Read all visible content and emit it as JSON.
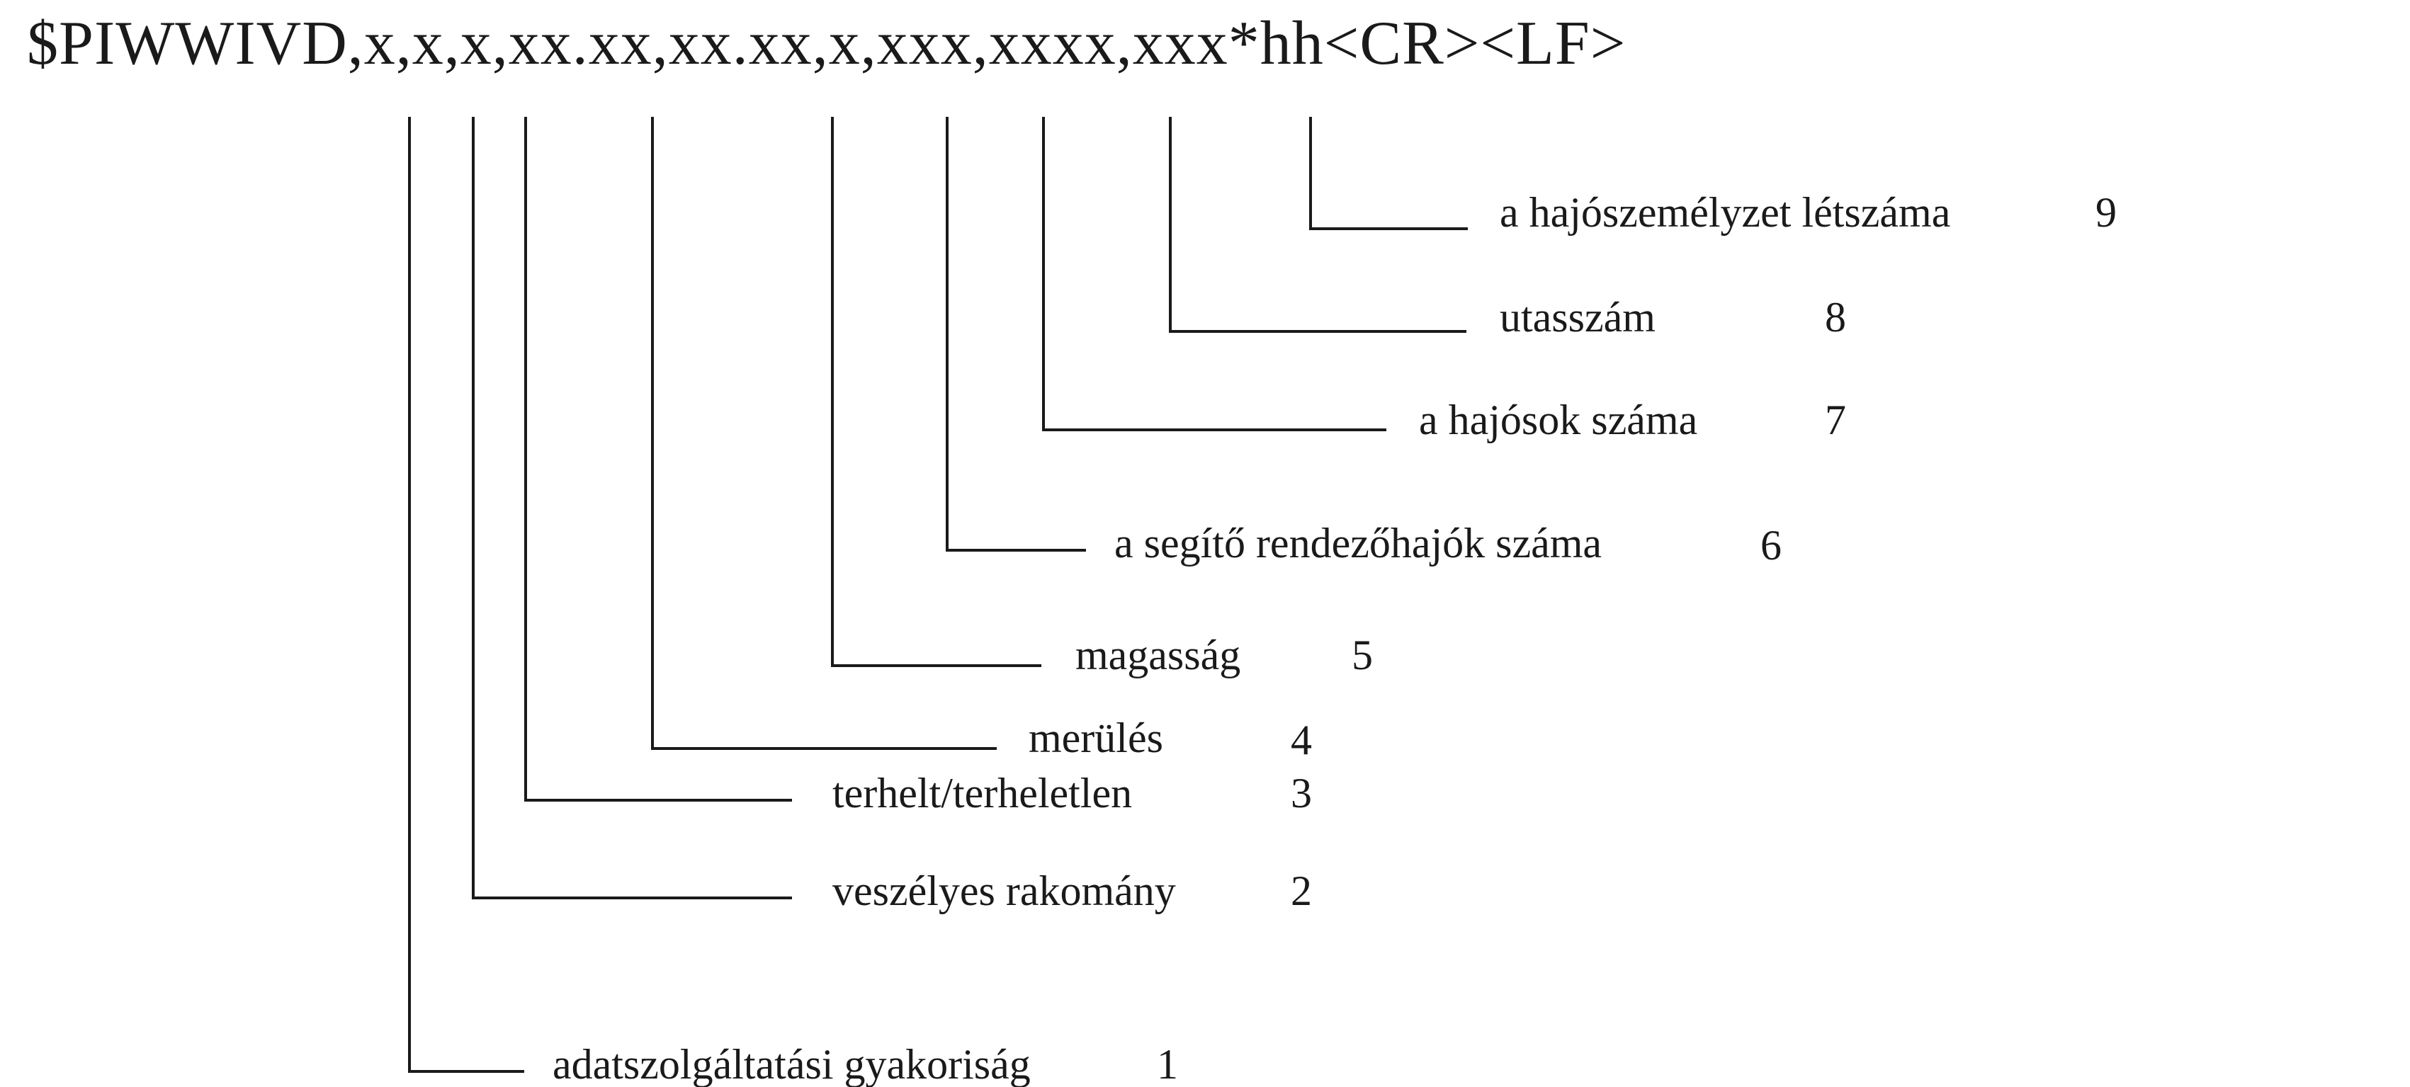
{
  "sentence_format": "$PIWWIVD,x,x,x,xx.xx,xx.xx,x,xxx,xxxx,xxx*hh<CR><LF>",
  "fields": [
    {
      "label": "adatszolgáltatási gyakoriság",
      "number": "1"
    },
    {
      "label": "veszélyes rakomány",
      "number": "2"
    },
    {
      "label": "terhelt/terheletlen",
      "number": "3"
    },
    {
      "label": "merülés",
      "number": "4"
    },
    {
      "label": "magasság",
      "number": "5"
    },
    {
      "label": "a segítő rendezőhajók száma",
      "number": "6"
    },
    {
      "label": "a hajósok száma",
      "number": "7"
    },
    {
      "label": "utasszám",
      "number": "8"
    },
    {
      "label": "a hajószemélyzet létszáma",
      "number": "9"
    }
  ]
}
